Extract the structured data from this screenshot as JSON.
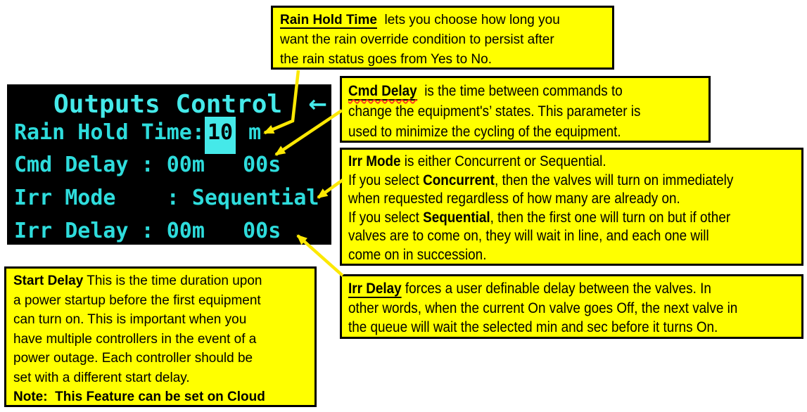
{
  "colors": {
    "lcd_background": "#000000",
    "lcd_text": "#2edcdc",
    "lcd_title": "#45e9e9",
    "lcd_highlight": "#45e9e9",
    "callout_fill": "#ffff00",
    "callout_border": "#000000",
    "arrow": "#fce803"
  },
  "screen": {
    "title": "Outputs Control",
    "back_arrow_icon": "←",
    "rows": [
      {
        "label": "Rain Hold Time:",
        "value": "10",
        "unit": " m",
        "highlighted": true
      },
      {
        "text": "Cmd Delay : 00m   00s"
      },
      {
        "text": "Irr Mode    : Sequential"
      },
      {
        "text": "Irr Delay : 00m   00s"
      }
    ]
  },
  "callouts": [
    {
      "id": "rain-hold-time",
      "lines": [
        [
          {
            "t": "Rain Hold Time",
            "f": "bu"
          },
          {
            "t": "  lets you choose how long you",
            "f": ""
          }
        ],
        [
          {
            "t": "want the rain override condition to persist after",
            "f": ""
          }
        ],
        [
          {
            "t": "the rain status goes from Yes to No.",
            "f": ""
          }
        ]
      ]
    },
    {
      "id": "cmd-delay",
      "lines": [
        [
          {
            "t": "Cmd Delay",
            "f": "buw"
          },
          {
            "t": "  is the time between commands to",
            "f": ""
          }
        ],
        [
          {
            "t": "change the equipment's’ states. This parameter is",
            "f": ""
          }
        ],
        [
          {
            "t": "used to minimize the cycling of the equipment.",
            "f": ""
          }
        ]
      ]
    },
    {
      "id": "irr-mode",
      "lines": [
        [
          {
            "t": "Irr Mode",
            "f": "b"
          },
          {
            "t": " is either Concurrent or Sequential.",
            "f": ""
          }
        ],
        [
          {
            "t": "If you select ",
            "f": ""
          },
          {
            "t": "Concurrent",
            "f": "b"
          },
          {
            "t": ", then the valves will turn on immediately",
            "f": ""
          }
        ],
        [
          {
            "t": "when requested regardless of how many are already on.",
            "f": ""
          }
        ],
        [
          {
            "t": "If you select ",
            "f": ""
          },
          {
            "t": "Sequential",
            "f": "b"
          },
          {
            "t": ", then the first one will turn on but if other",
            "f": ""
          }
        ],
        [
          {
            "t": "valves are to come on, they will wait in line, and each one will",
            "f": ""
          }
        ],
        [
          {
            "t": "come on in succession.",
            "f": ""
          }
        ]
      ]
    },
    {
      "id": "irr-delay",
      "lines": [
        [
          {
            "t": "Irr Delay",
            "f": "bu"
          },
          {
            "t": " forces a user definable delay between the valves. In",
            "f": ""
          }
        ],
        [
          {
            "t": "other words, when the current On valve goes Off, the next valve in",
            "f": ""
          }
        ],
        [
          {
            "t": "the queue will wait the selected min and sec before it turns On.",
            "f": ""
          }
        ]
      ]
    },
    {
      "id": "start-delay",
      "lines": [
        [
          {
            "t": "Start Delay",
            "f": "b"
          },
          {
            "t": " This is the time duration upon",
            "f": ""
          }
        ],
        [
          {
            "t": "a power startup before the first equipment",
            "f": ""
          }
        ],
        [
          {
            "t": "can turn on. This is important when you",
            "f": ""
          }
        ],
        [
          {
            "t": "have multiple controllers in the event of a",
            "f": ""
          }
        ],
        [
          {
            "t": "power outage. Each controller should be",
            "f": ""
          }
        ],
        [
          {
            "t": "set with a different start delay.",
            "f": ""
          }
        ],
        [
          {
            "t": "Note:  This Feature can be set on Cloud",
            "f": "b"
          }
        ]
      ]
    }
  ]
}
